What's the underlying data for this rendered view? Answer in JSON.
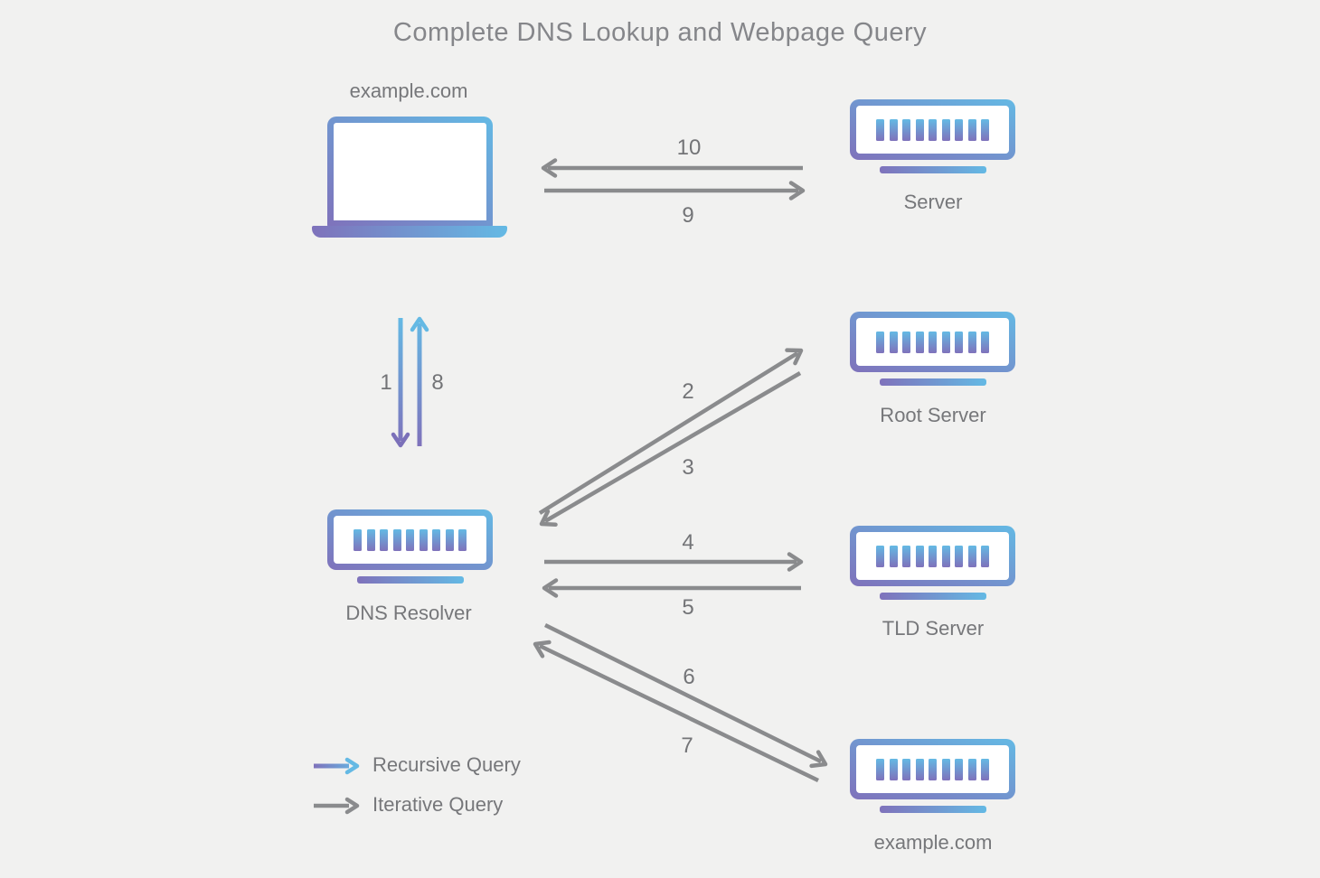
{
  "title": "Complete DNS Lookup and Webpage Query",
  "colors": {
    "background": "#f1f1f0",
    "gradient_purple": "#7f72bb",
    "gradient_blue": "#64b9e4",
    "arrow_gray": "#8a8b8d",
    "text_gray": "#76777a",
    "title_gray": "#85868a"
  },
  "nodes": {
    "client": {
      "label": "example.com",
      "icon": "laptop-icon"
    },
    "web_server": {
      "label": "Server",
      "icon": "server-icon"
    },
    "dns_resolver": {
      "label": "DNS Resolver",
      "icon": "server-icon"
    },
    "root_server": {
      "label": "Root Server",
      "icon": "server-icon"
    },
    "tld_server": {
      "label": "TLD Server",
      "icon": "server-icon"
    },
    "auth_server": {
      "label": "example.com",
      "icon": "server-icon"
    }
  },
  "steps": [
    {
      "number": "1",
      "from": "client",
      "to": "dns_resolver",
      "query_type": "recursive"
    },
    {
      "number": "2",
      "from": "dns_resolver",
      "to": "root_server",
      "query_type": "iterative"
    },
    {
      "number": "3",
      "from": "root_server",
      "to": "dns_resolver",
      "query_type": "iterative"
    },
    {
      "number": "4",
      "from": "dns_resolver",
      "to": "tld_server",
      "query_type": "iterative"
    },
    {
      "number": "5",
      "from": "tld_server",
      "to": "dns_resolver",
      "query_type": "iterative"
    },
    {
      "number": "6",
      "from": "dns_resolver",
      "to": "auth_server",
      "query_type": "iterative"
    },
    {
      "number": "7",
      "from": "auth_server",
      "to": "dns_resolver",
      "query_type": "iterative"
    },
    {
      "number": "8",
      "from": "dns_resolver",
      "to": "client",
      "query_type": "recursive"
    },
    {
      "number": "9",
      "from": "client",
      "to": "web_server",
      "query_type": "iterative"
    },
    {
      "number": "10",
      "from": "web_server",
      "to": "client",
      "query_type": "iterative"
    }
  ],
  "legend": {
    "recursive_label": "Recursive Query",
    "iterative_label": "Iterative Query"
  }
}
